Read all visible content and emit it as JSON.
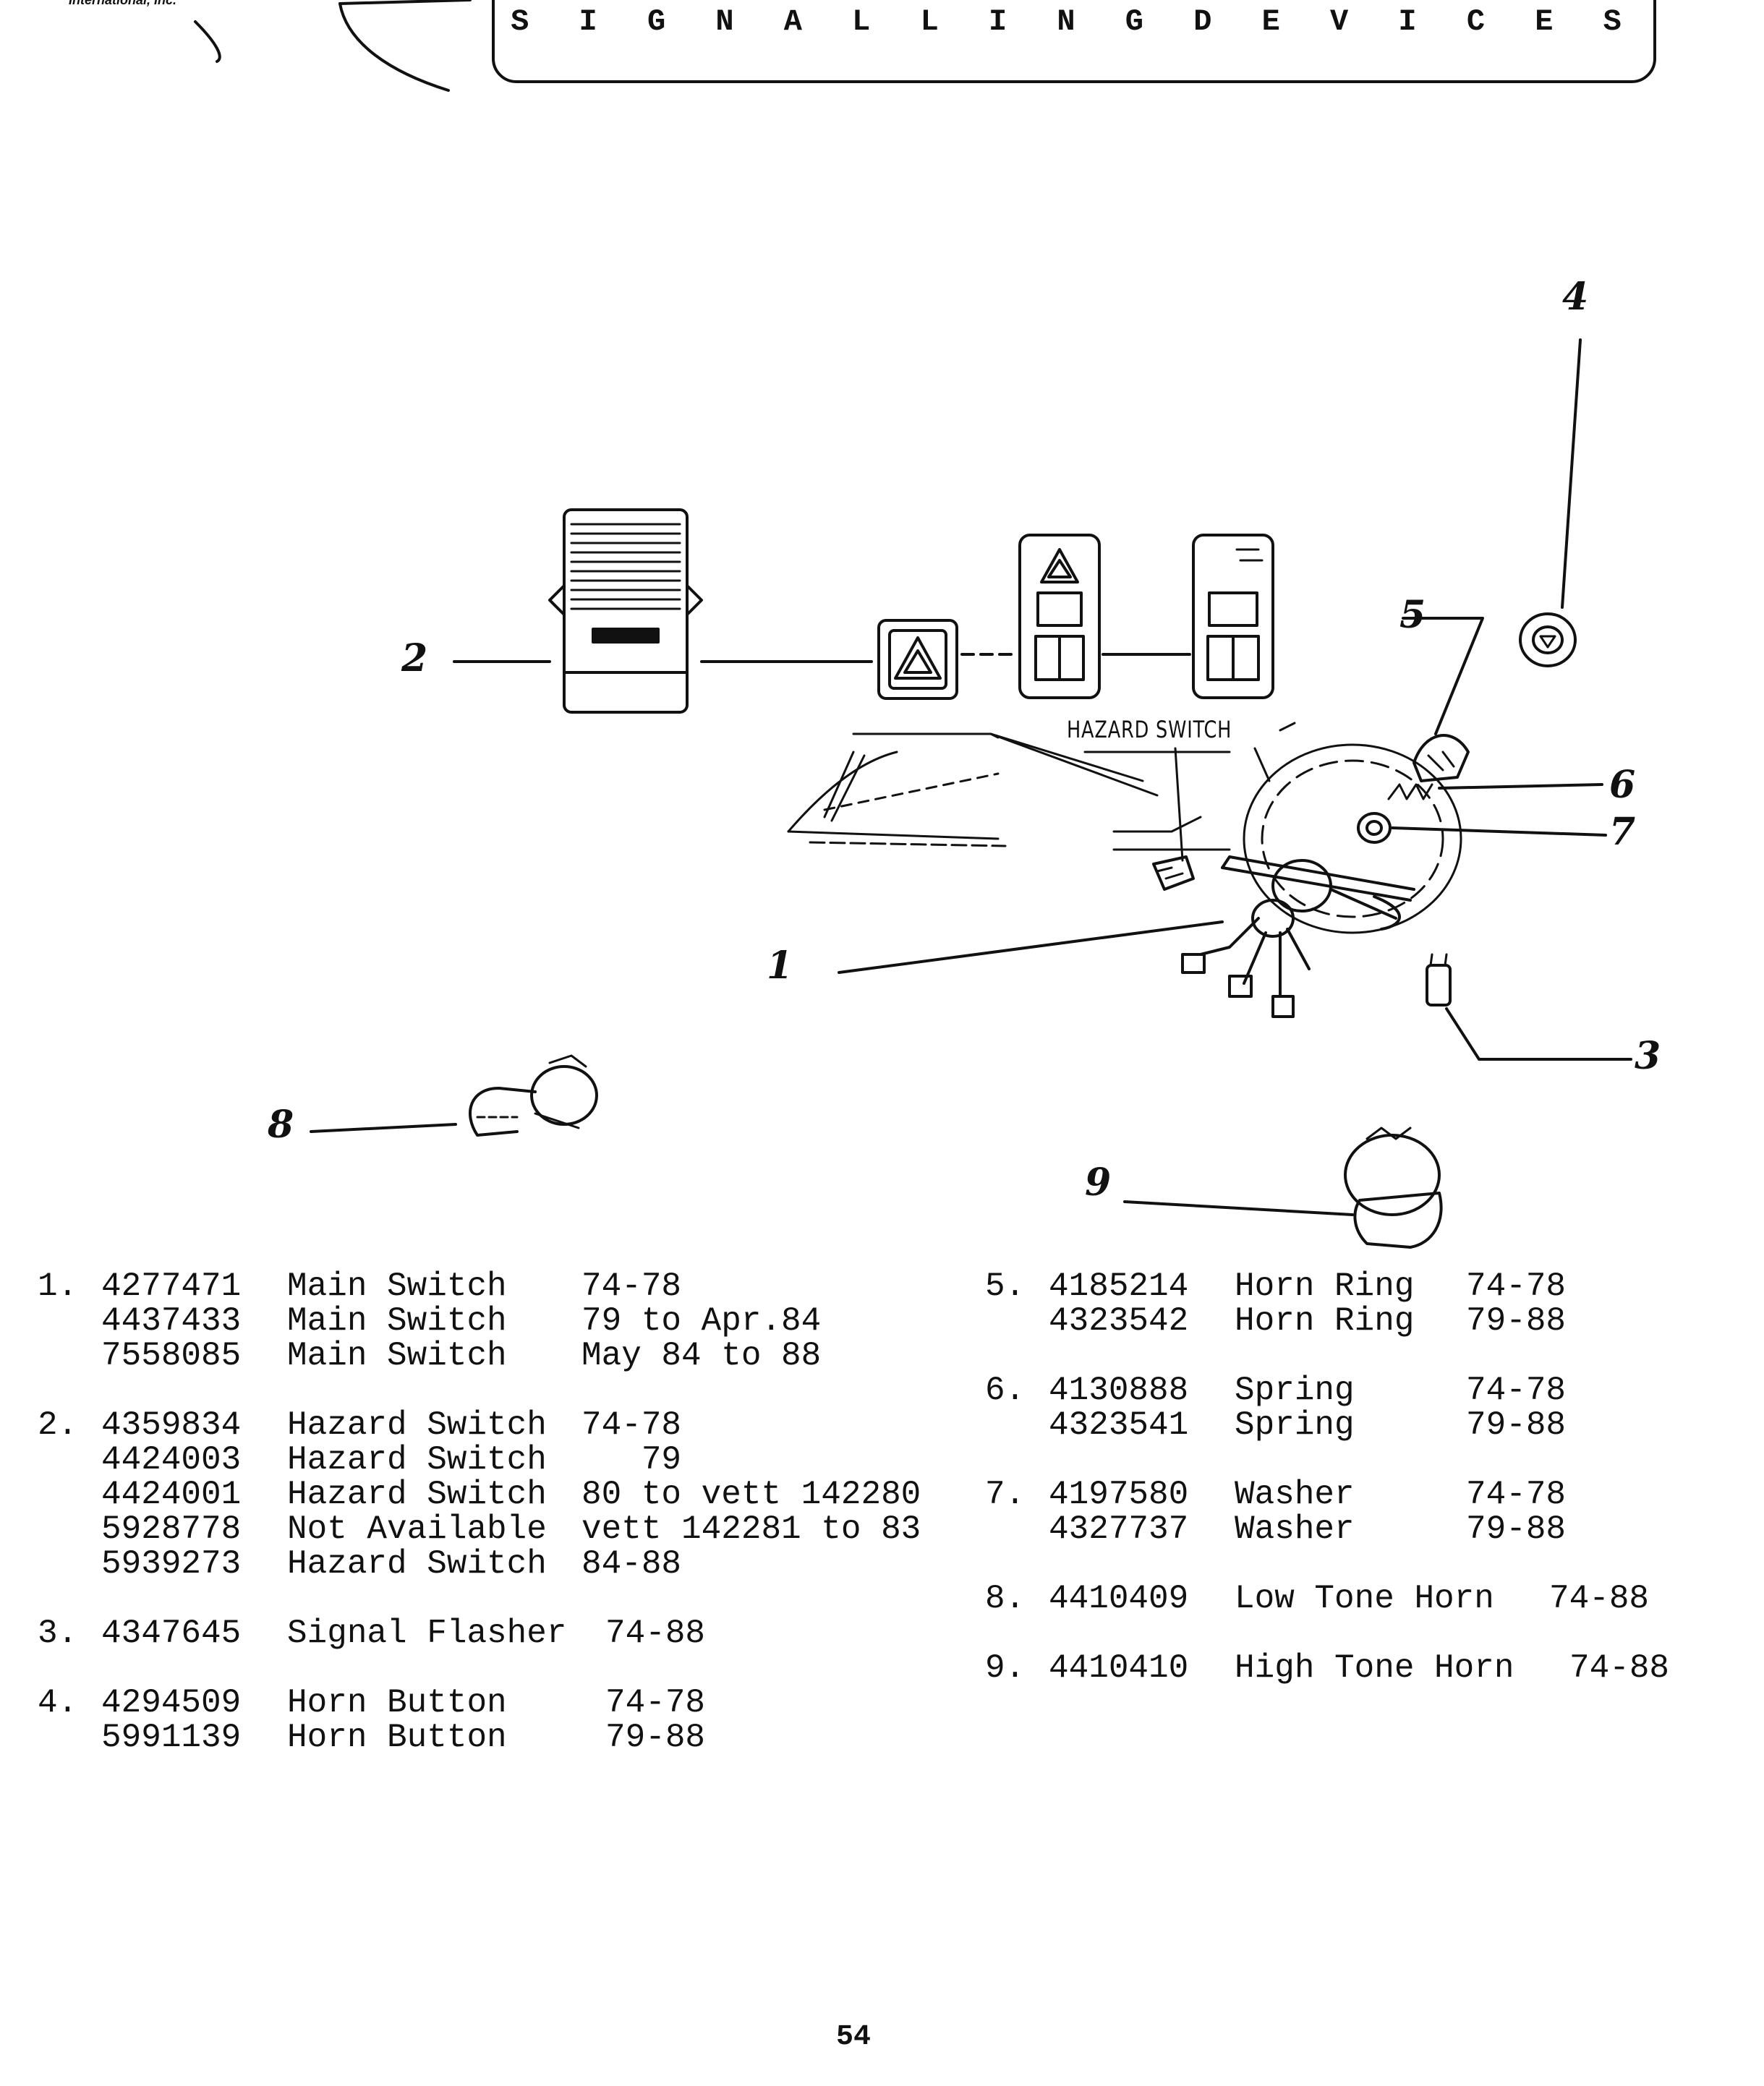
{
  "header": {
    "publisher_fragment": "International, Inc.",
    "title": "S I G N A L L I N G   D E V I C E S"
  },
  "diagram": {
    "hazard_label": "HAZARD SWITCH",
    "callouts": [
      "1",
      "2",
      "3",
      "4",
      "5",
      "6",
      "7",
      "8",
      "9"
    ]
  },
  "parts_left": [
    {
      "num": "1.",
      "rows": [
        {
          "pn": "4277471",
          "name": "Main Switch",
          "years": "74-78"
        },
        {
          "pn": "4437433",
          "name": "Main Switch",
          "years": "79 to Apr.84"
        },
        {
          "pn": "7558085",
          "name": "Main Switch",
          "years": "May 84 to 88"
        }
      ]
    },
    {
      "num": "2.",
      "rows": [
        {
          "pn": "4359834",
          "name": "Hazard Switch",
          "years": "74-78"
        },
        {
          "pn": "4424003",
          "name": "Hazard Switch",
          "years": "   79"
        },
        {
          "pn": "4424001",
          "name": "Hazard Switch",
          "years": "80 to vett 142280"
        },
        {
          "pn": "5928778",
          "name": "Not Available",
          "years": "vett 142281 to 83"
        },
        {
          "pn": "5939273",
          "name": "Hazard Switch",
          "years": "84-88"
        }
      ]
    },
    {
      "num": "3.",
      "rows": [
        {
          "pn": "4347645",
          "name": "Signal Flasher",
          "years": "74-88"
        }
      ]
    },
    {
      "num": "4.",
      "rows": [
        {
          "pn": "4294509",
          "name": "Horn Button",
          "years": "74-78"
        },
        {
          "pn": "5991139",
          "name": "Horn Button",
          "years": "79-88"
        }
      ]
    }
  ],
  "parts_right": [
    {
      "num": "5.",
      "rows": [
        {
          "pn": "4185214",
          "name": "Horn Ring",
          "years": "74-78"
        },
        {
          "pn": "4323542",
          "name": "Horn Ring",
          "years": "79-88"
        }
      ]
    },
    {
      "num": "6.",
      "rows": [
        {
          "pn": "4130888",
          "name": "Spring",
          "years": "74-78"
        },
        {
          "pn": "4323541",
          "name": "Spring",
          "years": "79-88"
        }
      ]
    },
    {
      "num": "7.",
      "rows": [
        {
          "pn": "4197580",
          "name": "Washer",
          "years": "74-78"
        },
        {
          "pn": "4327737",
          "name": "Washer",
          "years": "79-88"
        }
      ]
    },
    {
      "num": "8.",
      "rows": [
        {
          "pn": "4410409",
          "name": "Low Tone Horn",
          "years": "74-88"
        }
      ]
    },
    {
      "num": "9.",
      "rows": [
        {
          "pn": "4410410",
          "name": "High Tone Horn",
          "years": "74-88"
        }
      ]
    }
  ],
  "page_number": "54"
}
